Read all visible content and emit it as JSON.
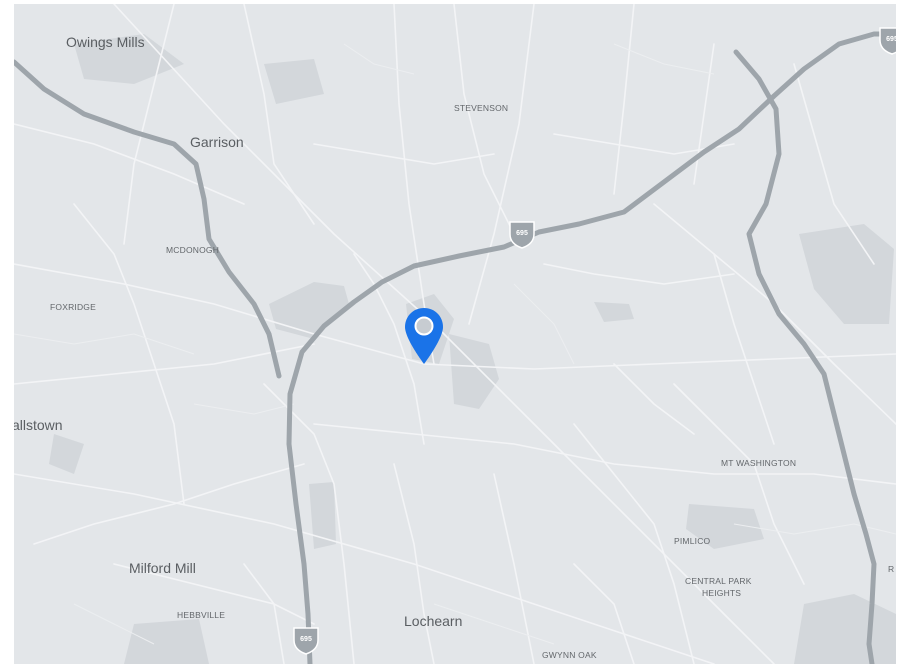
{
  "map": {
    "labels": {
      "owings_mills": "Owings Mills",
      "garrison": "Garrison",
      "stevenson": "STEVENSON",
      "mcdonogh": "MCDONOGH",
      "foxridge": "FOXRIDGE",
      "randallstown": "allstown",
      "milford_mill": "Milford Mill",
      "hebbville": "HEBBVILLE",
      "lochearn": "Lochearn",
      "gwynn_oak": "GWYNN OAK",
      "mt_washington": "MT WASHINGTON",
      "pimlico": "PIMLICO",
      "central_park_heights_1": "CENTRAL PARK",
      "central_park_heights_2": "HEIGHTS",
      "edge_r": "R"
    },
    "shields": {
      "i695_center": "695",
      "i695_bottom": "695",
      "i695_topright": "695"
    },
    "colors": {
      "land": "#e3e6e9",
      "minor_road": "#f3f4f6",
      "highway": "#9ea5ab",
      "park": "#d3d7db",
      "pin": "#1a73e8"
    },
    "marker": {
      "icon": "map-pin-icon"
    }
  }
}
